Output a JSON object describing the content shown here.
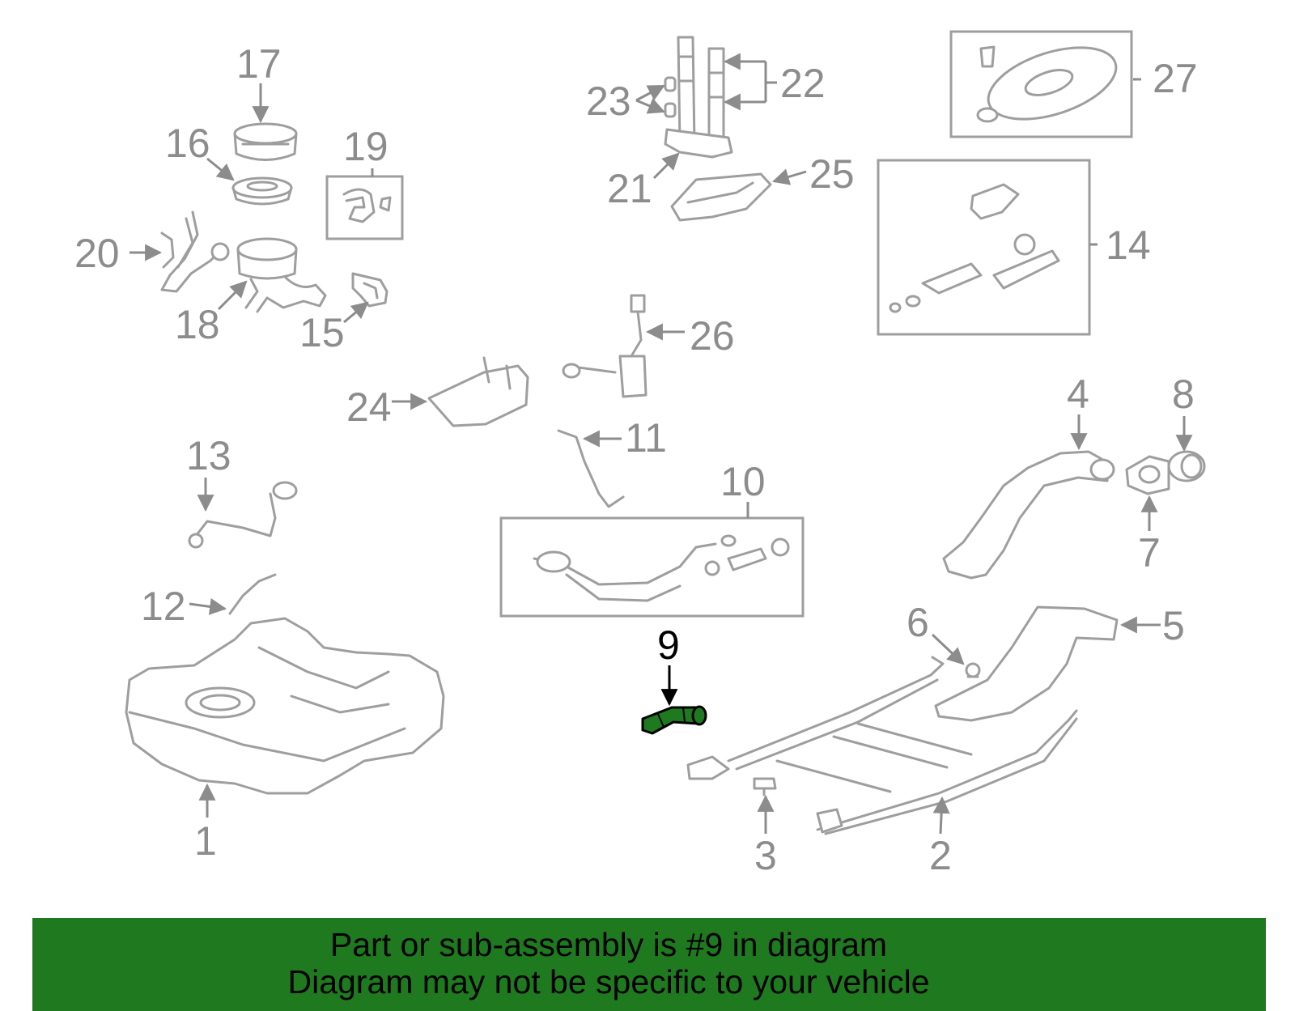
{
  "colors": {
    "highlight": "#1f7a1f",
    "parts": "#9e9e9e",
    "callouts": "#8c8c8c",
    "footer_bg": "#1f7a1f"
  },
  "callouts": {
    "c1": "1",
    "c2": "2",
    "c3": "3",
    "c4": "4",
    "c5": "5",
    "c6": "6",
    "c7": "7",
    "c8": "8",
    "c9": "9",
    "c10": "10",
    "c11": "11",
    "c12": "12",
    "c13": "13",
    "c14": "14",
    "c15": "15",
    "c16": "16",
    "c17": "17",
    "c18": "18",
    "c19": "19",
    "c20": "20",
    "c21": "21",
    "c22": "22",
    "c23": "23",
    "c24": "24",
    "c25": "25",
    "c26": "26",
    "c27": "27"
  },
  "footer": {
    "line1": "Part or sub-assembly is #9 in diagram",
    "line2": "Diagram may not be specific to your vehicle"
  }
}
